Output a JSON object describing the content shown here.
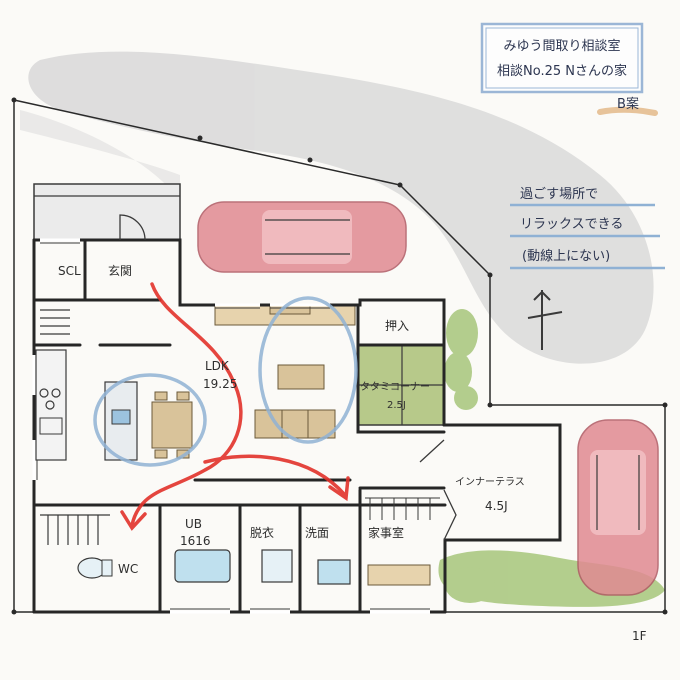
{
  "header": {
    "line1": "みゆう間取り相談室",
    "line2": "相談No.25 Nさんの家",
    "plan_tag": "B案"
  },
  "notes": {
    "lines": [
      "過ごす場所で",
      "リラックスできる",
      "(動線上にない)"
    ]
  },
  "rooms": {
    "scl": "SCL",
    "genkan": "玄関",
    "ldk_name": "LDK",
    "ldk_size": "19.25",
    "oshiire": "押入",
    "tatami_name": "タタミコーナー",
    "tatami_size": "2.5J",
    "inner_terrace_name": "インナーテラス",
    "inner_terrace_size": "4.5J",
    "ub_name": "UB",
    "ub_size": "1616",
    "datsui": "脱衣",
    "senmen": "洗面",
    "kaji": "家事室",
    "wc": "WC"
  },
  "floor_label": "1F",
  "colors": {
    "car": "#e08a92",
    "tatami": "#b7c98a",
    "blue_annotation": "#8fb1d4",
    "red_arrow": "#e2322a",
    "wood": "#e7d3ad",
    "tree": "#9bbf6a",
    "shadow": "#d9d9d9"
  }
}
